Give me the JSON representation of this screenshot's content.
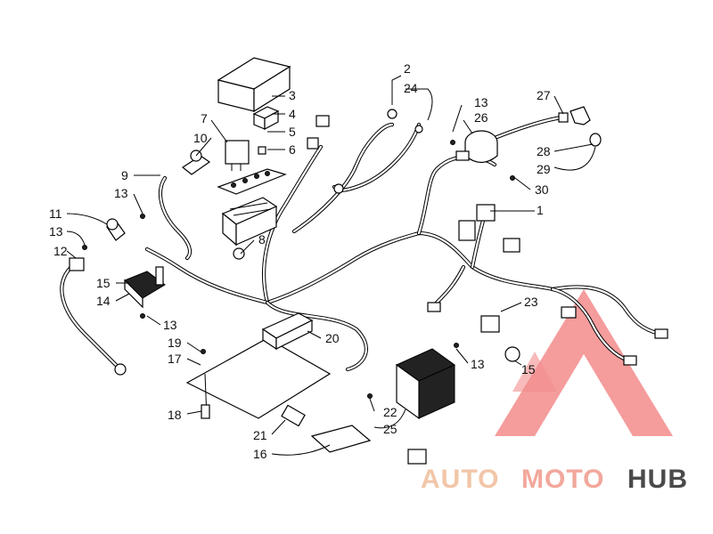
{
  "callouts": [
    {
      "id": "c2",
      "label": "2"
    },
    {
      "id": "c24",
      "label": "24"
    },
    {
      "id": "c3",
      "label": "3"
    },
    {
      "id": "c4",
      "label": "4"
    },
    {
      "id": "c5",
      "label": "5"
    },
    {
      "id": "c6",
      "label": "6"
    },
    {
      "id": "c7",
      "label": "7"
    },
    {
      "id": "c10",
      "label": "10"
    },
    {
      "id": "c9",
      "label": "9"
    },
    {
      "id": "c13a",
      "label": "13"
    },
    {
      "id": "c11",
      "label": "11"
    },
    {
      "id": "c13b",
      "label": "13"
    },
    {
      "id": "c12",
      "label": "12"
    },
    {
      "id": "c8",
      "label": "8"
    },
    {
      "id": "c15a",
      "label": "15"
    },
    {
      "id": "c14",
      "label": "14"
    },
    {
      "id": "c13c",
      "label": "13"
    },
    {
      "id": "c19",
      "label": "19"
    },
    {
      "id": "c17",
      "label": "17"
    },
    {
      "id": "c18",
      "label": "18"
    },
    {
      "id": "c20",
      "label": "20"
    },
    {
      "id": "c21",
      "label": "21"
    },
    {
      "id": "c16",
      "label": "16"
    },
    {
      "id": "c13d",
      "label": "13"
    },
    {
      "id": "c25",
      "label": "25"
    },
    {
      "id": "c26",
      "label": "26"
    },
    {
      "id": "c27",
      "label": "27"
    },
    {
      "id": "c28",
      "label": "28"
    },
    {
      "id": "c29",
      "label": "29"
    },
    {
      "id": "c30",
      "label": "30"
    },
    {
      "id": "c1",
      "label": "1"
    },
    {
      "id": "c23",
      "label": "23"
    },
    {
      "id": "c13e",
      "label": "13"
    },
    {
      "id": "c15b",
      "label": "15"
    },
    {
      "id": "c22",
      "label": "22"
    }
  ],
  "watermark": {
    "part1": "AUTO",
    "part2": "MOTO",
    "part3": "HUB",
    "colors": {
      "auto": "#f2c6a8",
      "moto": "#f2a89c",
      "hub": "#4a4a4a",
      "triangle": "#ec4c4c"
    }
  }
}
